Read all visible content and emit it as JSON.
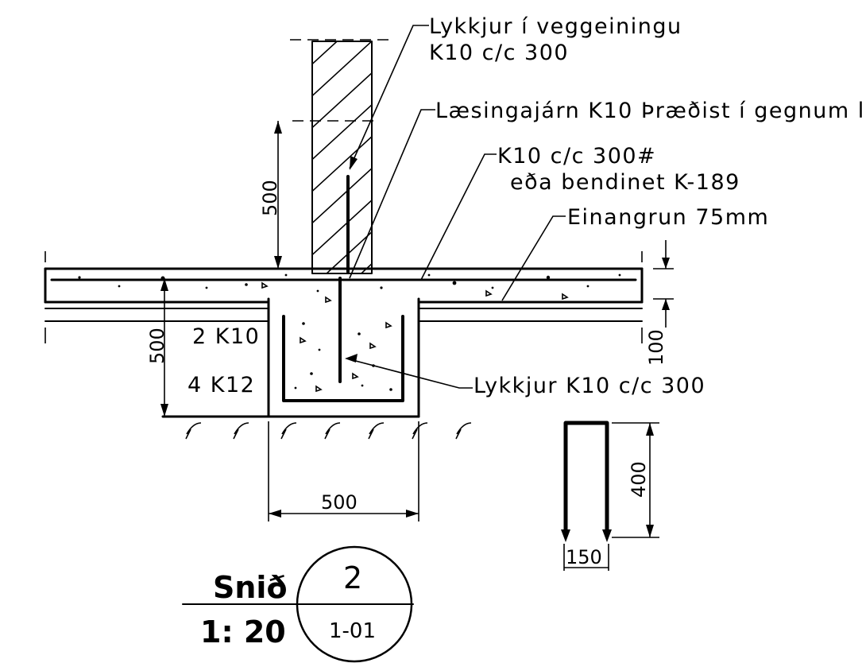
{
  "labels": {
    "loops_wall_line1": "Lykkjur í veggeiningu",
    "loops_wall_line2": "K10 c/c 300",
    "lock_iron": "Læsingajárn K10 Þræðist í gegnum l",
    "mesh_line1": "K10 c/c 300#",
    "mesh_line2": "eða bendinet K-189",
    "insulation": "Einangrun 75mm",
    "bars_top": "2 K10",
    "bars_bottom": "4 K12",
    "loops_beam": "Lykkjur K10 c/c 300"
  },
  "dimensions": {
    "wall_embed": "500",
    "beam_depth": "500",
    "slab_thickness": "100",
    "beam_width": "500",
    "stirrup_height": "400",
    "stirrup_width": "150"
  },
  "title_block": {
    "name": "Snið",
    "number": "2",
    "scale": "1: 20",
    "sheet": "1-01"
  },
  "colors": {
    "ink": "#000000",
    "paper": "#ffffff"
  }
}
